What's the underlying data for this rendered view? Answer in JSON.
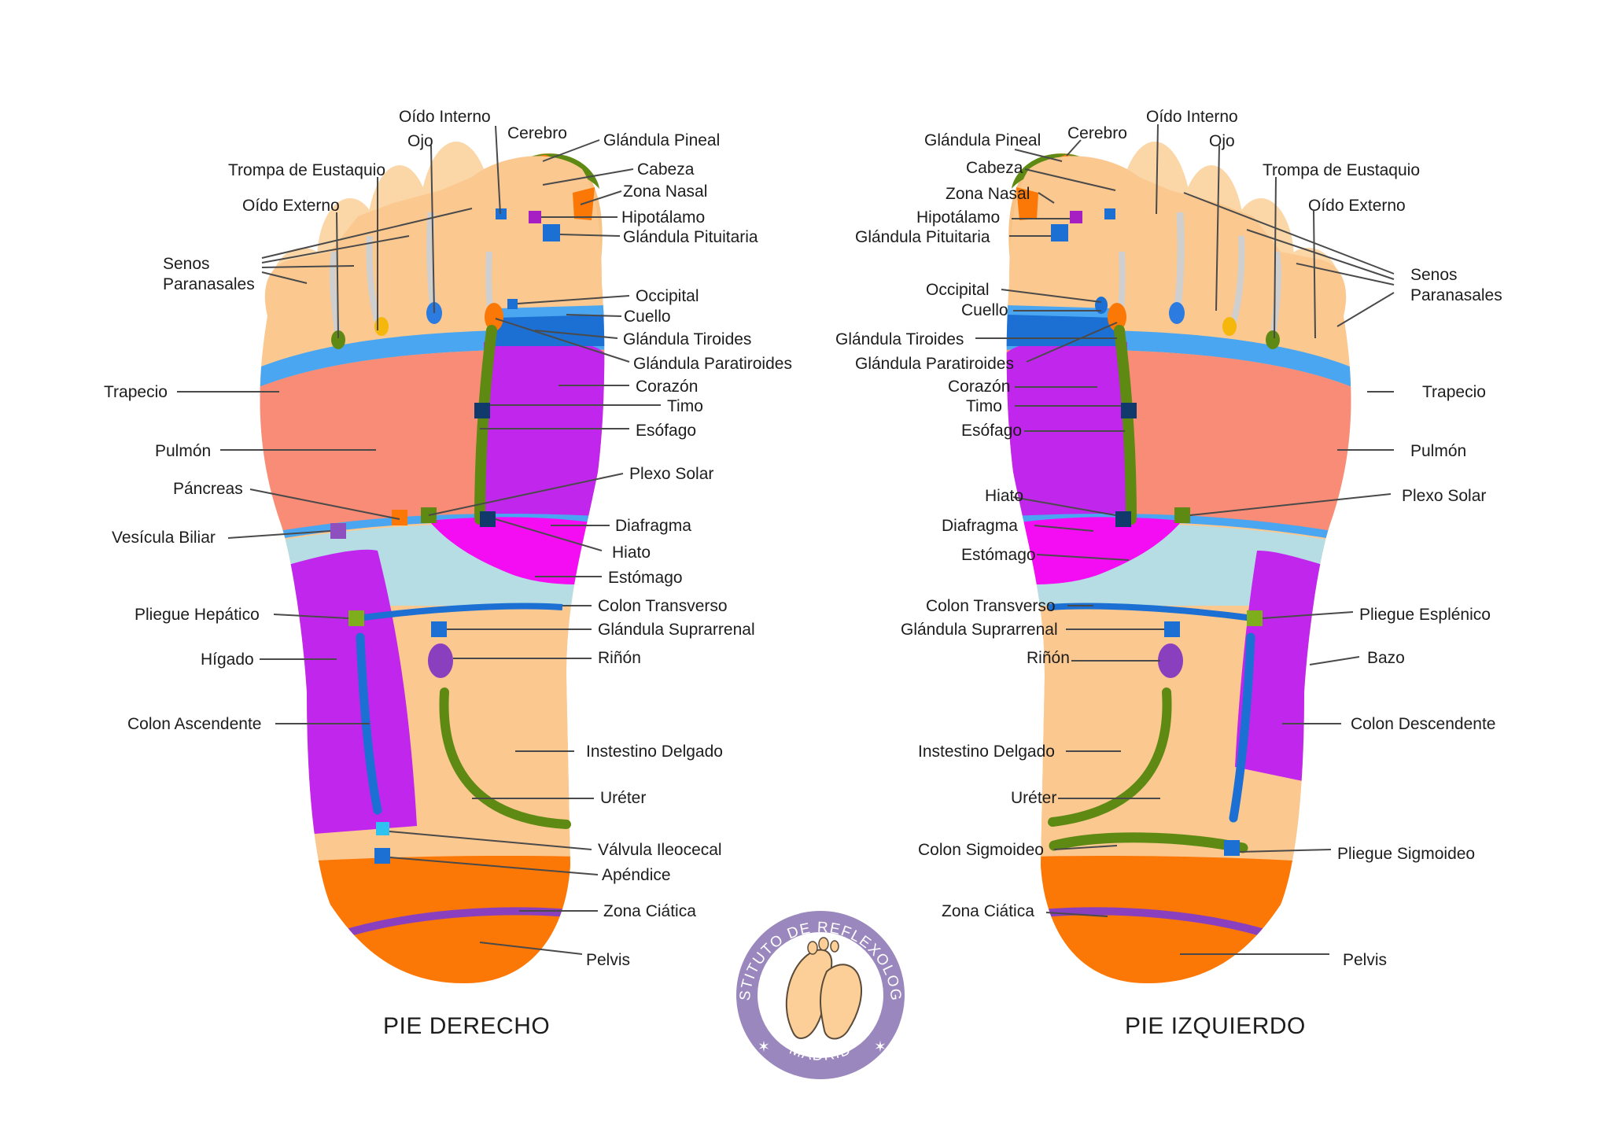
{
  "right_foot": {
    "title": "PIE DERECHO",
    "labels": [
      {
        "id": "oido-interno",
        "text": "Oído Interno"
      },
      {
        "id": "cerebro",
        "text": "Cerebro"
      },
      {
        "id": "glandula-pineal",
        "text": "Glándula Pineal"
      },
      {
        "id": "ojo",
        "text": "Ojo"
      },
      {
        "id": "trompa-eustaquio",
        "text": "Trompa de Eustaquio"
      },
      {
        "id": "cabeza",
        "text": "Cabeza"
      },
      {
        "id": "zona-nasal",
        "text": "Zona Nasal"
      },
      {
        "id": "oido-externo",
        "text": "Oído Externo"
      },
      {
        "id": "hipotalamo",
        "text": "Hipotálamo"
      },
      {
        "id": "glandula-pituitaria",
        "text": "Glándula Pituitaria"
      },
      {
        "id": "senos-1",
        "text": "Senos"
      },
      {
        "id": "senos-2",
        "text": "Paranasales"
      },
      {
        "id": "occipital",
        "text": "Occipital"
      },
      {
        "id": "cuello",
        "text": "Cuello"
      },
      {
        "id": "glandula-tiroides",
        "text": "Glándula Tiroides"
      },
      {
        "id": "glandula-paratiroides",
        "text": "Glándula Paratiroides"
      },
      {
        "id": "trapecio",
        "text": "Trapecio"
      },
      {
        "id": "corazon",
        "text": "Corazón"
      },
      {
        "id": "timo",
        "text": "Timo"
      },
      {
        "id": "esofago",
        "text": "Esófago"
      },
      {
        "id": "pulmon",
        "text": "Pulmón"
      },
      {
        "id": "plexo-solar",
        "text": "Plexo Solar"
      },
      {
        "id": "pancreas",
        "text": "Páncreas"
      },
      {
        "id": "diafragma",
        "text": "Diafragma"
      },
      {
        "id": "vesicula-biliar",
        "text": "Vesícula Biliar"
      },
      {
        "id": "hiato",
        "text": "Hiato"
      },
      {
        "id": "estomago",
        "text": "Estómago"
      },
      {
        "id": "colon-transverso",
        "text": "Colon Transverso"
      },
      {
        "id": "pliegue-hepatico",
        "text": "Pliegue Hepático"
      },
      {
        "id": "glandula-suprarrenal",
        "text": "Glándula Suprarrenal"
      },
      {
        "id": "rinon",
        "text": "Riñón"
      },
      {
        "id": "higado",
        "text": "Hígado"
      },
      {
        "id": "colon-ascendente",
        "text": "Colon Ascendente"
      },
      {
        "id": "intestino-delgado",
        "text": "Instestino Delgado"
      },
      {
        "id": "ureter",
        "text": "Uréter"
      },
      {
        "id": "valvula-ileocecal",
        "text": "Válvula Ileocecal"
      },
      {
        "id": "apendice",
        "text": "Apéndice"
      },
      {
        "id": "zona-ciatica",
        "text": "Zona Ciática"
      },
      {
        "id": "pelvis",
        "text": "Pelvis"
      }
    ]
  },
  "left_foot": {
    "title": "PIE IZQUIERDO",
    "labels": [
      {
        "id": "oido-interno",
        "text": "Oído Interno"
      },
      {
        "id": "glandula-pineal",
        "text": "Glándula Pineal"
      },
      {
        "id": "cerebro",
        "text": "Cerebro"
      },
      {
        "id": "ojo",
        "text": "Ojo"
      },
      {
        "id": "cabeza",
        "text": "Cabeza"
      },
      {
        "id": "trompa-eustaquio",
        "text": "Trompa de Eustaquio"
      },
      {
        "id": "zona-nasal",
        "text": "Zona Nasal"
      },
      {
        "id": "oido-externo",
        "text": "Oído Externo"
      },
      {
        "id": "hipotalamo",
        "text": "Hipotálamo"
      },
      {
        "id": "glandula-pituitaria",
        "text": "Glándula Pituitaria"
      },
      {
        "id": "senos-1",
        "text": "Senos"
      },
      {
        "id": "senos-2",
        "text": "Paranasales"
      },
      {
        "id": "occipital",
        "text": "Occipital"
      },
      {
        "id": "cuello",
        "text": "Cuello"
      },
      {
        "id": "glandula-tiroides",
        "text": "Glándula Tiroides"
      },
      {
        "id": "glandula-paratiroides",
        "text": "Glándula Paratiroides"
      },
      {
        "id": "trapecio",
        "text": "Trapecio"
      },
      {
        "id": "corazon",
        "text": "Corazón"
      },
      {
        "id": "timo",
        "text": "Timo"
      },
      {
        "id": "esofago",
        "text": "Esófago"
      },
      {
        "id": "pulmon",
        "text": "Pulmón"
      },
      {
        "id": "hiato",
        "text": "Hiato"
      },
      {
        "id": "plexo-solar",
        "text": "Plexo Solar"
      },
      {
        "id": "diafragma",
        "text": "Diafragma"
      },
      {
        "id": "estomago",
        "text": "Estómago"
      },
      {
        "id": "colon-transverso",
        "text": "Colon Transverso"
      },
      {
        "id": "pliegue-esplenico",
        "text": "Pliegue Esplénico"
      },
      {
        "id": "glandula-suprarrenal",
        "text": "Glándula Suprarrenal"
      },
      {
        "id": "rinon",
        "text": "Riñón"
      },
      {
        "id": "bazo",
        "text": "Bazo"
      },
      {
        "id": "colon-descendente",
        "text": "Colon Descendente"
      },
      {
        "id": "intestino-delgado",
        "text": "Instestino Delgado"
      },
      {
        "id": "ureter",
        "text": "Uréter"
      },
      {
        "id": "colon-sigmoideo",
        "text": "Colon Sigmoideo"
      },
      {
        "id": "pliegue-sigmoideo",
        "text": "Pliegue Sigmoideo"
      },
      {
        "id": "zona-ciatica",
        "text": "Zona Ciática"
      },
      {
        "id": "pelvis",
        "text": "Pelvis"
      }
    ]
  },
  "logo": {
    "text_top": "INSTITUTO DE REFLEXOLOGÍA",
    "text_bottom": "MADRID",
    "star": "✶"
  },
  "colors": {
    "skin": "#fbd7a8",
    "skin_dark": "#f7c283",
    "lung": "#f98c76",
    "heart": "#c026ec",
    "stomach": "#f40df2",
    "diaphragm_band": "#b7dde4",
    "blue": "#1c6fd3",
    "light_blue": "#4aa6f0",
    "green": "#5e8a14",
    "orange": "#fb7706",
    "purple_line": "#8a3fbe",
    "logo_purple": "#9a87bd"
  }
}
